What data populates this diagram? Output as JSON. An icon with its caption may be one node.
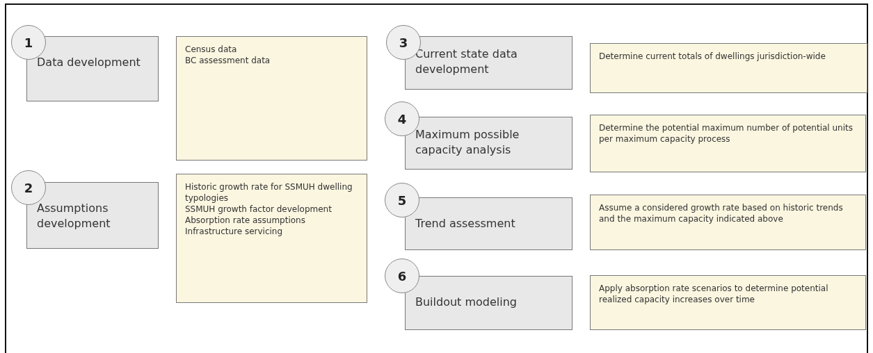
{
  "diagram": {
    "nodes": [
      {
        "text": [
          "1",
          "Data development"
        ]
      },
      {
        "text": [
          "Census data",
          "BC assessment data"
        ]
      },
      {
        "text": [
          "2",
          "Assumptions development"
        ]
      },
      {
        "text": [
          "Historic growth rate for SSMUH dwelling typologies",
          "SSMUH growth factor development",
          "Absorption rate assumptions",
          "Infrastructure servicing"
        ]
      },
      {
        "text": [
          "3",
          "Current state data development"
        ]
      },
      {
        "text": [
          "Determine current totals of dwellings jurisdiction-wide"
        ]
      },
      {
        "text": [
          "4",
          "Maximum possible capacity analysis"
        ]
      },
      {
        "text": [
          "Determine the potential maximum number of potential units per maximum capacity process"
        ]
      },
      {
        "text": [
          "5",
          "Trend assessment"
        ]
      },
      {
        "text": [
          "Assume a considered growth rate based on historic trends and the maximum capacity indicated above"
        ]
      },
      {
        "text": [
          "6",
          "Buildout modeling"
        ]
      },
      {
        "text": [
          "Apply absorption rate scenarios to determine potential realized capacity increases over time"
        ]
      }
    ],
    "edges": []
  }
}
